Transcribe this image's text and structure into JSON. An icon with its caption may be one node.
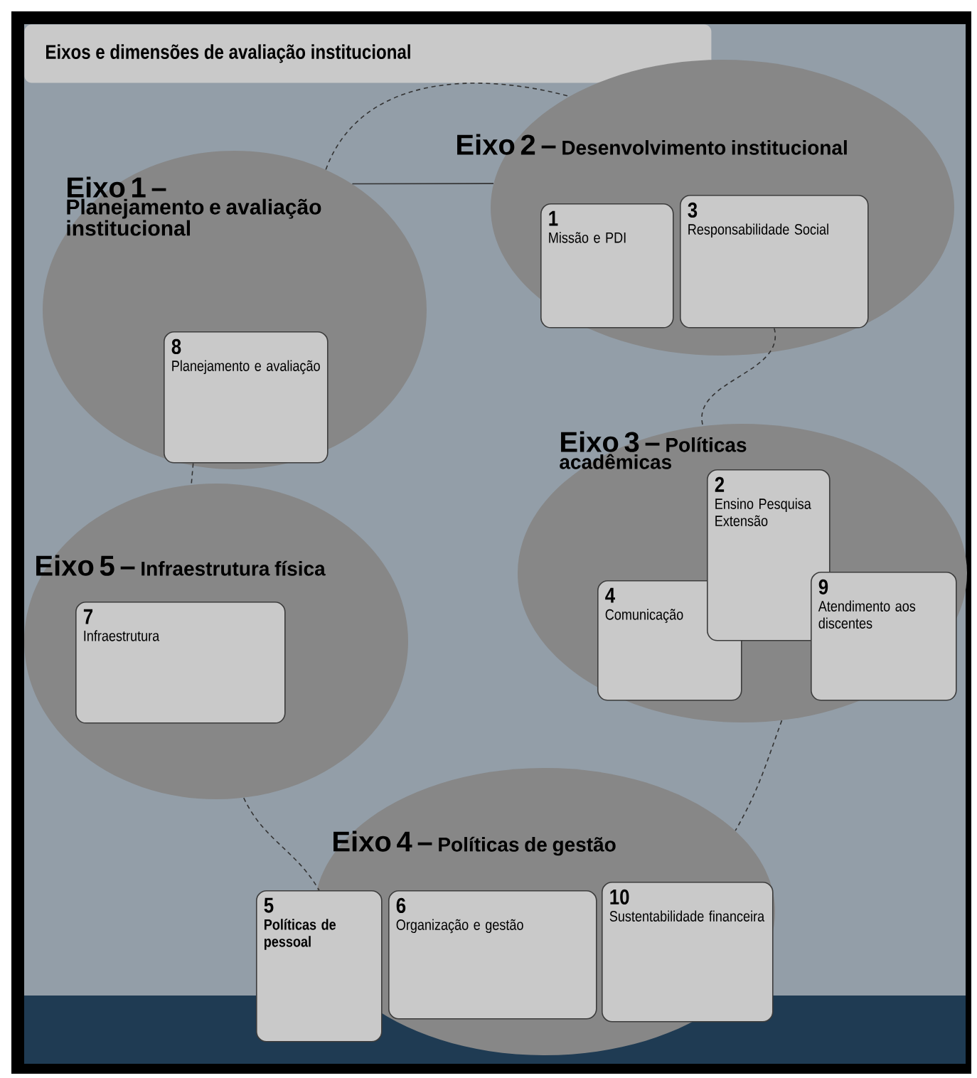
{
  "diagram": {
    "title": "Eixos e dimensões de avaliação institucional",
    "nodes": [
      {
        "text": [
          "Eixo 1 –",
          "Planejamento e avaliação institucional"
        ]
      },
      {
        "text": [
          "8",
          "Planejamento e avaliação"
        ],
        "in": 0
      },
      {
        "text": [
          "Eixo 2 –",
          "Desenvolvimento institucional"
        ]
      },
      {
        "text": [
          "1",
          "Missão e PDI"
        ],
        "in": 2
      },
      {
        "text": [
          "3",
          "Responsabilidade Social"
        ],
        "in": 2
      },
      {
        "text": [
          "Eixo 3 –",
          "Políticas acadêmicas"
        ]
      },
      {
        "text": [
          "2",
          "Ensino Pesquisa Extensão"
        ],
        "in": 5
      },
      {
        "text": [
          "4",
          "Comunicação"
        ],
        "in": 5
      },
      {
        "text": [
          "9",
          "Atendimento aos discentes"
        ],
        "in": 5
      },
      {
        "text": [
          "Eixo 5 –",
          "Infraestrutura física"
        ]
      },
      {
        "text": [
          "7",
          "Infraestrutura"
        ],
        "in": 9
      },
      {
        "text": [
          "Eixo 4 –",
          "Políticas de gestão"
        ]
      },
      {
        "text": [
          "5",
          "Políticas de pessoal"
        ]
      },
      {
        "text": [
          "6",
          "Organização e gestão"
        ],
        "in": 11
      },
      {
        "text": [
          "10",
          "Sustentabilidade financeira"
        ],
        "in": 11
      }
    ],
    "edges": [
      {
        "from": 0,
        "to": 2,
        "arrow": "none",
        "style": "dashed"
      },
      {
        "from": 0,
        "to": 2,
        "arrow": "none"
      },
      {
        "from": 4,
        "to": 5,
        "arrow": "none",
        "style": "dashed"
      },
      {
        "from": 5,
        "to": 11,
        "arrow": "none",
        "style": "dashed"
      },
      {
        "from": 9,
        "to": 12,
        "arrow": "none",
        "style": "dashed"
      },
      {
        "from": 1,
        "to": 9,
        "arrow": "none",
        "style": "dashed"
      }
    ]
  }
}
